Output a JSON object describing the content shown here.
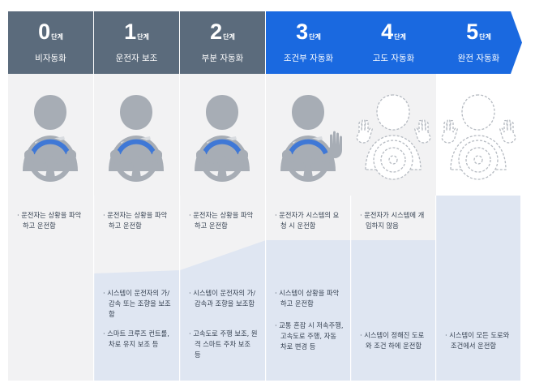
{
  "colors": {
    "header_gray": "#5b6b7c",
    "header_blue": "#1a69e0",
    "column_bg": "#f2f2f3",
    "lower_band": "#dfe6f2",
    "figure_gray": "#a7adb5",
    "wheel_blue": "#3f78d6",
    "text": "#333f4f"
  },
  "levels": [
    {
      "number": "0",
      "unit": "단계",
      "name": "비자동화",
      "figure": "driver-hands-on-wheel",
      "driver_text": "· 운전자는 상황을 파악하고 운전함",
      "system_text": [],
      "system_share": 0.0
    },
    {
      "number": "1",
      "unit": "단계",
      "name": "운전자 보조",
      "figure": "driver-hands-on-wheel",
      "driver_text": "· 운전자는 상황을 파악하고 운전함",
      "system_text": [
        "· 시스템이 운전자의 가/감속 또는 조향을 보조함",
        "· 스마트 크루즈 컨트롤, 차로 유지 보조 등"
      ],
      "system_share": 0.3
    },
    {
      "number": "2",
      "unit": "단계",
      "name": "부분 자동화",
      "figure": "driver-hands-on-wheel",
      "driver_text": "· 운전자는 상황을 파악하고 운전함",
      "system_text": [
        "· 시스템이 운전자의 가/감속과 조향을 보조함",
        "· 고속도로 주행 보조, 원격 스마트 주차 보조 등"
      ],
      "system_share": 0.5
    },
    {
      "number": "3",
      "unit": "단계",
      "name": "조건부 자동화",
      "figure": "driver-one-hand-raised",
      "driver_text": "· 운전자가 시스템의 요청 시 운전함",
      "system_text": [
        "· 시스템이 상황을 파악하고 운전함",
        "· 교통 혼잡 시 저속주행, 고속도로 주행, 자동 차로 변경 등"
      ],
      "system_share": 0.7
    },
    {
      "number": "4",
      "unit": "단계",
      "name": "고도 자동화",
      "figure": "driver-hands-off-dashed",
      "driver_text": "· 운전자가 시스템에 개입하지 않음",
      "system_text": [
        "· 시스템이 정해진 도로와 조건 하에 운전함"
      ],
      "system_share": 0.85
    },
    {
      "number": "5",
      "unit": "단계",
      "name": "완전 자동화",
      "figure": "driver-hands-off-dashed",
      "driver_text": "",
      "system_text": [
        "· 시스템이 모든 도로와 조건에서 운전함"
      ],
      "system_share": 1.0
    }
  ]
}
